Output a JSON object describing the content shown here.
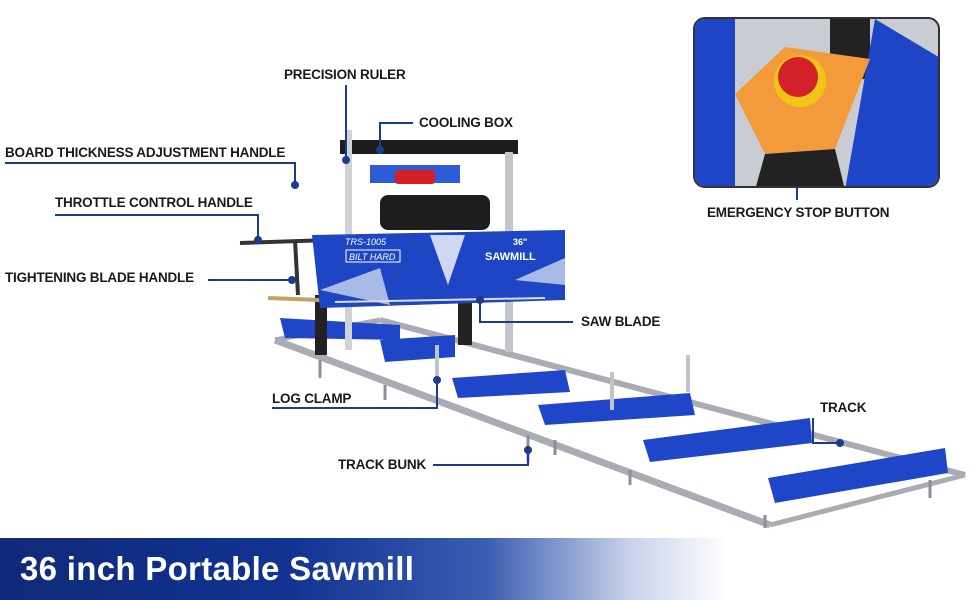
{
  "labels": {
    "precision_ruler": "PRECISION RULER",
    "cooling_box": "COOLING BOX",
    "board_thickness": "BOARD THICKNESS ADJUSTMENT HANDLE",
    "throttle": "THROTTLE CONTROL HANDLE",
    "tightening_blade": "TIGHTENING BLADE HANDLE",
    "saw_blade": "SAW BLADE",
    "log_clamp": "LOG CLAMP",
    "track": "TRACK",
    "track_bunk": "TRACK BUNK",
    "emergency_stop": "EMERGENCY STOP BUTTON"
  },
  "machine": {
    "model": "TRS-1005",
    "slogan": "BILT HARD",
    "size": "36\"",
    "name": "SAWMILL"
  },
  "banner": {
    "title": "36 inch Portable Sawmill"
  },
  "colors": {
    "brand_blue": "#1f3fbf",
    "line_blue": "#1b3c8c",
    "banner_dark": "#0f2a78"
  }
}
